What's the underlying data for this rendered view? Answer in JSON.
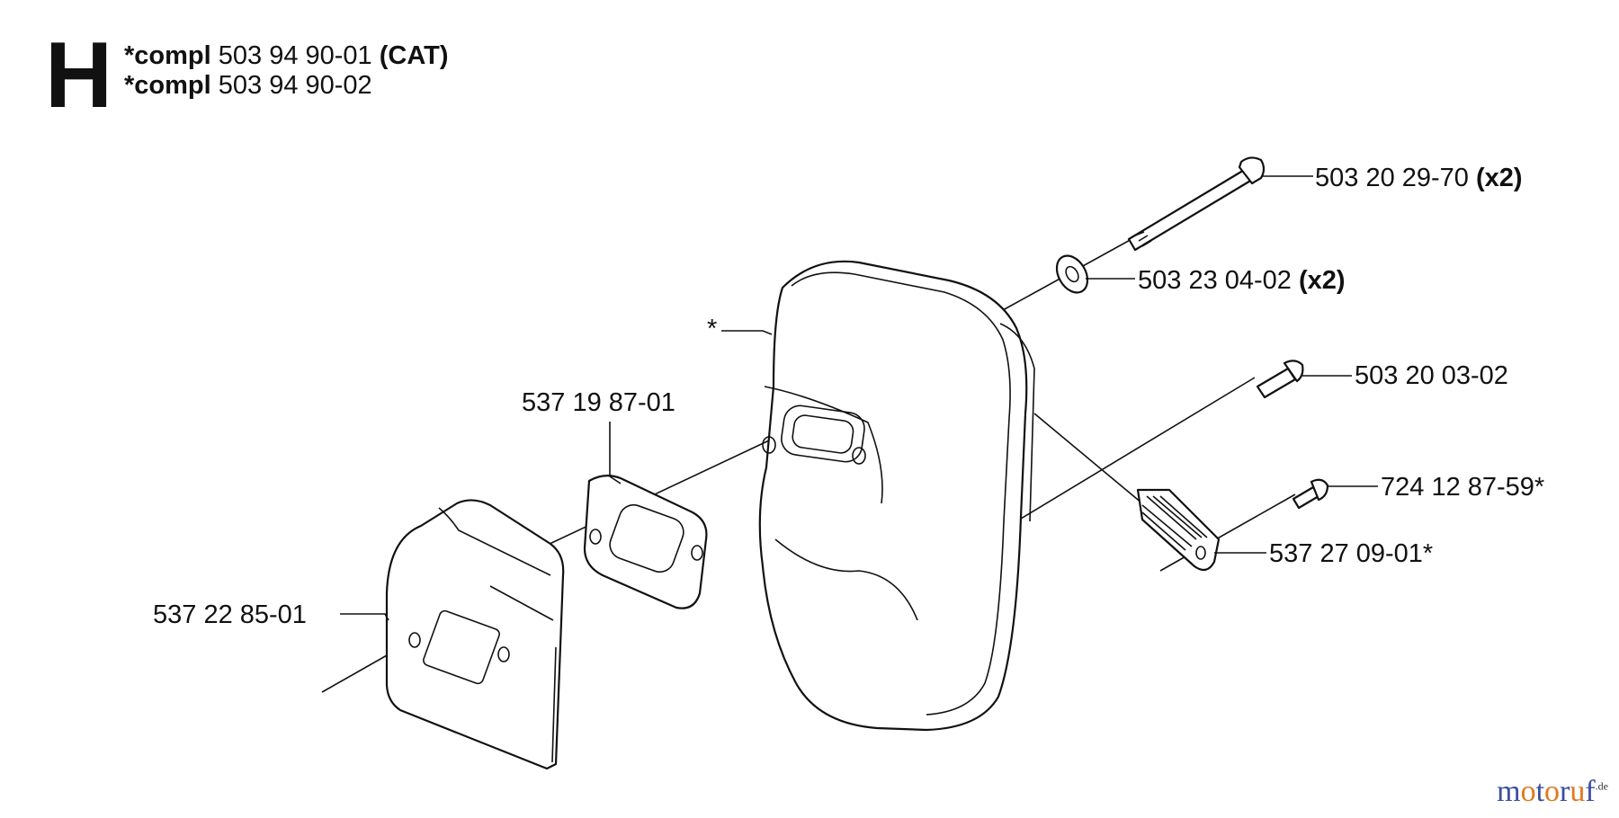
{
  "section": {
    "letter": "H"
  },
  "header": {
    "lines": [
      {
        "prefix": "*compl",
        "number": "503 94 90-01",
        "suffix": "(CAT)"
      },
      {
        "prefix": "*compl",
        "number": "503 94 90-02",
        "suffix": ""
      }
    ]
  },
  "callouts": {
    "bolt_long": {
      "number": "503 20 29-70",
      "qty": "(x2)"
    },
    "washer": {
      "number": "503 23 04-02",
      "qty": "(x2)"
    },
    "screw": {
      "number": "503 20 03-02",
      "qty": ""
    },
    "screw_small": {
      "number": "724 12 87-59*",
      "qty": ""
    },
    "spark_screen": {
      "number": "537 27 09-01*",
      "qty": ""
    },
    "gasket": {
      "number": "537 19 87-01",
      "qty": ""
    },
    "heat_shield": {
      "number": "537 22 85-01",
      "qty": ""
    },
    "muffler": {
      "number": "*",
      "qty": ""
    }
  },
  "watermark": {
    "brand": "motoruf",
    "tld": ".de",
    "colors": {
      "blue": "#3a4fa0",
      "orange": "#e07a1f"
    }
  }
}
